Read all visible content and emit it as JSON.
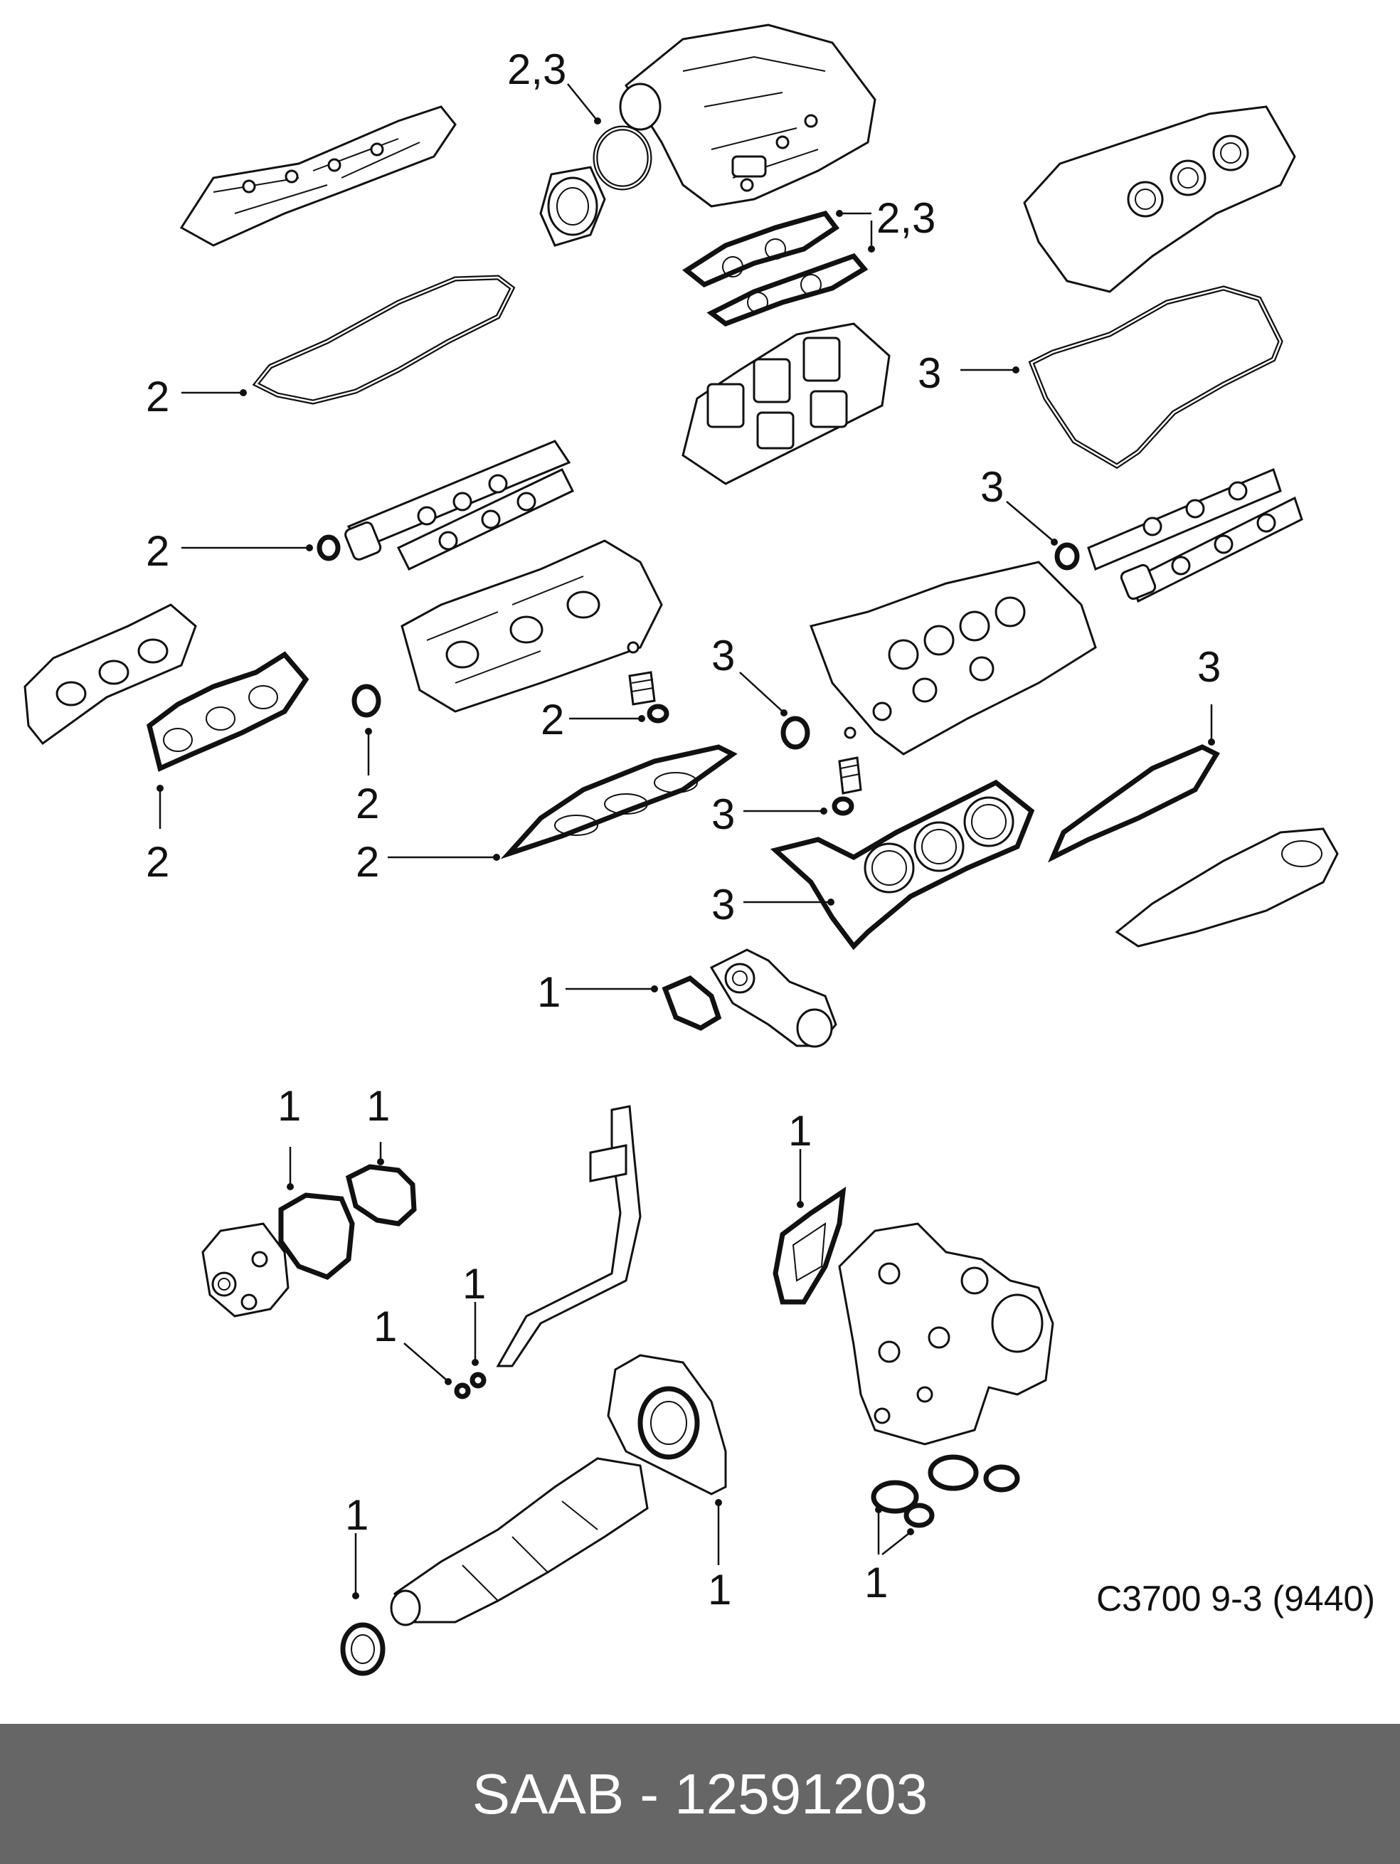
{
  "diagram": {
    "reference_code": "C3700 9-3 (9440)",
    "callouts": {
      "c_throttle_gasket": "2,3",
      "c_intake_gaskets": "2,3",
      "c_left_cover_gasket": "2",
      "c_right_cover_gasket": "3",
      "c_left_cam_seal": "2",
      "c_right_cam_seal": "3",
      "c_left_front_seal": "2",
      "c_left_valve_seal": "2",
      "c_right_front_seal": "3",
      "c_right_valve_seal": "3",
      "c_exhaust_gasket_left": "2",
      "c_left_head_gasket": "2",
      "c_right_head_gasket": "3",
      "c_right_exhaust_gasket": "3",
      "c_thermostat_gasket": "1",
      "c_water_pump_gasket": "1",
      "c_water_pump_gasket_2": "1",
      "c_dipstick_oring": "1",
      "c_dipstick_oring_2": "1",
      "c_oil_cooler_gasket": "1",
      "c_rear_main_seal": "1",
      "c_front_crank_seal": "1",
      "c_oil_filter_orings": "1"
    }
  },
  "footer": {
    "title": "SAAB - 12591203"
  },
  "colors": {
    "line": "#111111",
    "footer_bg": "#666666",
    "footer_text": "#ffffff"
  }
}
